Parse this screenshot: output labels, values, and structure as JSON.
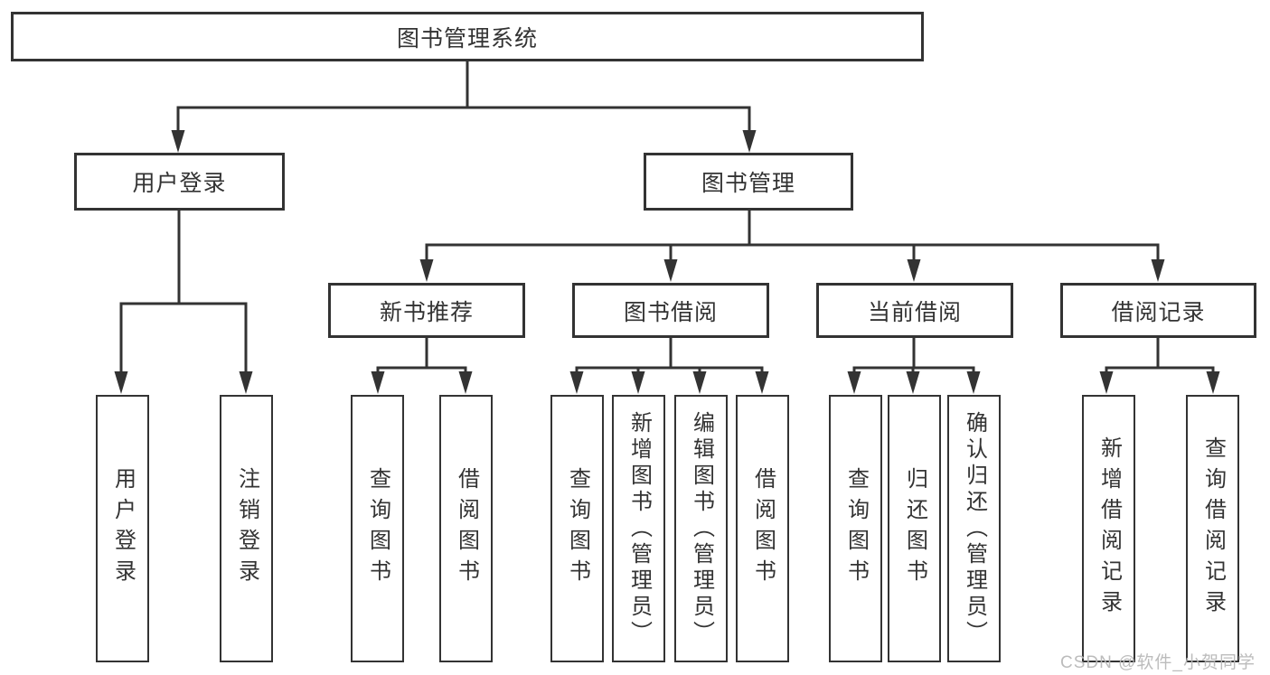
{
  "tree": {
    "root": "图书管理系统",
    "branches": [
      {
        "label": "用户登录",
        "children": [
          {
            "label": "用户登录"
          },
          {
            "label": "注销登录"
          }
        ]
      },
      {
        "label": "图书管理",
        "children": [
          {
            "label": "新书推荐",
            "children": [
              {
                "label": "查询图书"
              },
              {
                "label": "借阅图书"
              }
            ]
          },
          {
            "label": "图书借阅",
            "children": [
              {
                "label": "查询图书"
              },
              {
                "label": "新增图书（管理员）"
              },
              {
                "label": "编辑图书（管理员）"
              },
              {
                "label": "借阅图书"
              }
            ]
          },
          {
            "label": "当前借阅",
            "children": [
              {
                "label": "查询图书"
              },
              {
                "label": "归还图书"
              },
              {
                "label": "确认归还（管理员）"
              }
            ]
          },
          {
            "label": "借阅记录",
            "children": [
              {
                "label": "新增借阅记录"
              },
              {
                "label": "查询借阅记录"
              }
            ]
          }
        ]
      }
    ]
  },
  "colors": {
    "line": "#333333",
    "text": "#333333",
    "watermark": "#b9b9b9"
  },
  "watermark": {
    "text": "CSDN @软件_小贺同学"
  }
}
